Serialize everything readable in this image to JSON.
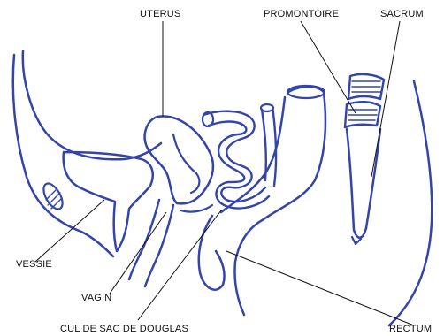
{
  "diagram": {
    "ink_color": "#3344aa",
    "leader_color": "#111111",
    "labels": {
      "uterus": "UTERUS",
      "promontoire": "PROMONTOIRE",
      "sacrum": "SACRUM",
      "vessie": "VESSIE",
      "vagin": "VAGIN",
      "cul_de_sac": "CUL DE SAC DE DOUGLAS",
      "rectum": "RECTUM"
    }
  }
}
